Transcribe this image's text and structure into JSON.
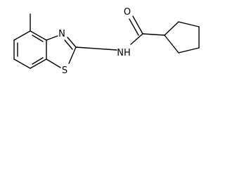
{
  "molecule": {
    "atoms": {
      "oxygen": "O",
      "nitrogen": "N",
      "amide_nh": "NH",
      "sulfur": "S"
    }
  }
}
